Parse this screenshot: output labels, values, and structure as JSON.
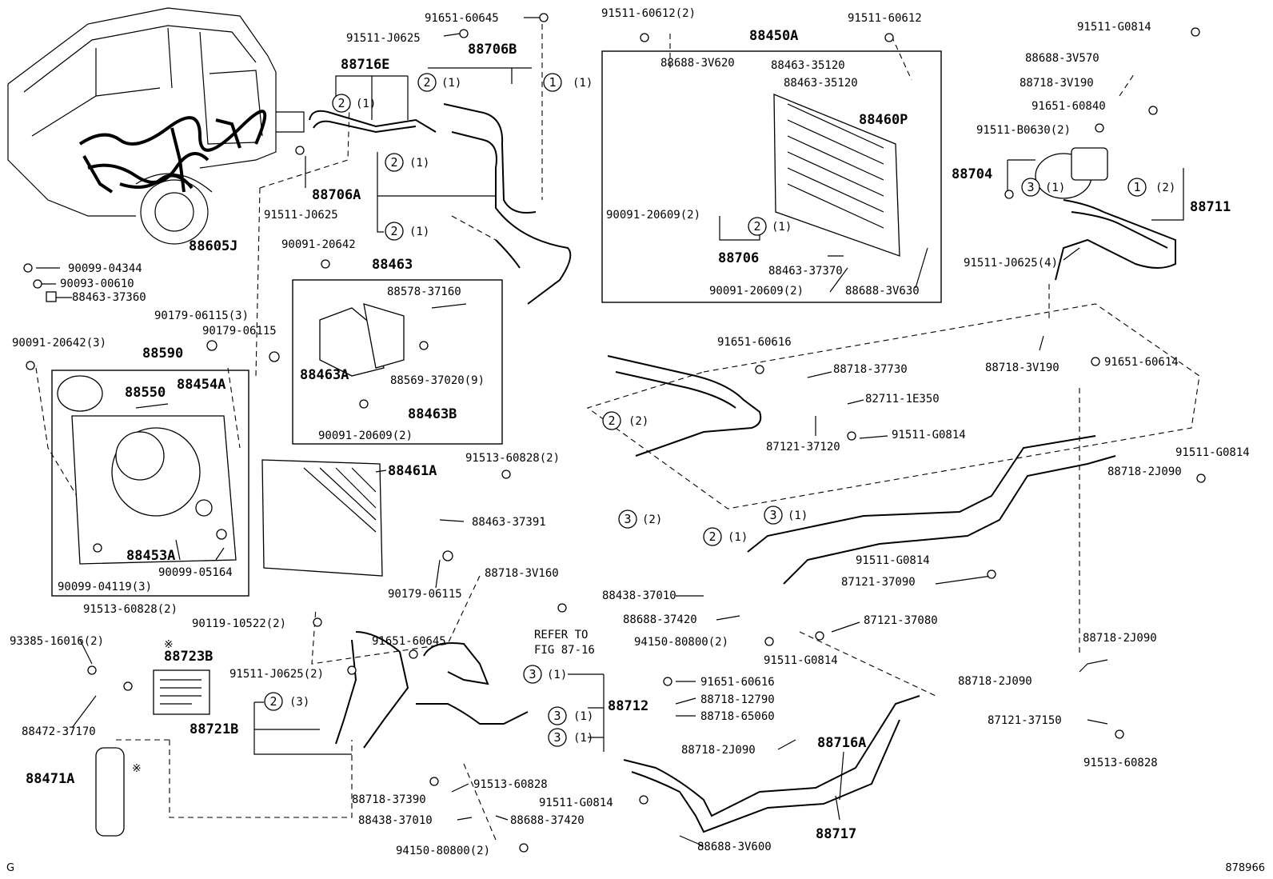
{
  "part_labels": {
    "p91651_60645_top": "91651-60645",
    "p91511_J0625_top": "91511-J0625",
    "p88716E": "88716E",
    "p88706B": "88706B",
    "p91511_60612_2": "91511-60612(2)",
    "p91511_60612": "91511-60612",
    "p88450A": "88450A",
    "p88688_3V620": "88688-3V620",
    "p88463_35120_a": "88463-35120",
    "p88463_35120_b": "88463-35120",
    "p88460P": "88460P",
    "p90091_20609_2_a": "90091-20609(2)",
    "p88706": "88706",
    "p88463_37370": "88463-37370",
    "p90091_20609_2_b": "90091-20609(2)",
    "p88688_3V630": "88688-3V630",
    "p91511_G0814_tr": "91511-G0814",
    "p88688_3V570": "88688-3V570",
    "p88718_3V190_a": "88718-3V190",
    "p91651_60840": "91651-60840",
    "p91511_B0630_2": "91511-B0630(2)",
    "p88704": "88704",
    "p88711": "88711",
    "p91511_J0625_4": "91511-J0625(4)",
    "p88718_3V190_b": "88718-3V190",
    "p91651_60614": "91651-60614",
    "p88706A": "88706A",
    "p91511_J0625_mid": "91511-J0625",
    "p88605J": "88605J",
    "p90099_04344": "90099-04344",
    "p90093_00610": "90093-00610",
    "p88463_37360": "88463-37360",
    "p90179_06115_3": "90179-06115(3)",
    "p90179_06115_a": "90179-06115",
    "p90091_20642_3": "90091-20642(3)",
    "p88590": "88590",
    "p88550": "88550",
    "p88454A": "88454A",
    "p88453A": "88453A",
    "p90099_05164": "90099-05164",
    "p90099_04119_3": "90099-04119(3)",
    "p90091_20642": "90091-20642",
    "p88463": "88463",
    "p88578_37160": "88578-37160",
    "p88463A": "88463A",
    "p88569_37020_9": "88569-37020(9)",
    "p88463B": "88463B",
    "p90091_20609_2_c": "90091-20609(2)",
    "p91513_60828_2_a": "91513-60828(2)",
    "p88461A": "88461A",
    "p88463_37391": "88463-37391",
    "p90179_06115_b": "90179-06115",
    "p90119_10522_2": "90119-10522(2)",
    "p91651_60616_a": "91651-60616",
    "p88718_37730": "88718-37730",
    "p82711_1E350": "82711-1E350",
    "p87121_37120": "87121-37120",
    "p91511_G0814_a": "91511-G0814",
    "p91511_G0814_b": "91511-G0814",
    "p88718_2J090_a": "88718-2J090",
    "p91511_G0814_c": "91511-G0814",
    "p87121_37090": "87121-37090",
    "p87121_37080": "87121-37080",
    "p88718_2J090_b": "88718-2J090",
    "p88718_2J090_c": "88718-2J090",
    "p87121_37150": "87121-37150",
    "p91513_60828": "91513-60828",
    "p88718_3V160": "88718-3V160",
    "p88438_37010_a": "88438-37010",
    "p88688_37420_a": "88688-37420",
    "p94150_80800_2_a": "94150-80800(2)",
    "p91511_G0814_d": "91511-G0814",
    "p91513_60828_2_b": "91513-60828(2)",
    "p93385_16016_2": "93385-16016(2)",
    "p88723B": "88723B",
    "p91651_60645_mid": "91651-60645",
    "p91511_J0625_2": "91511-J0625(2)",
    "p88712": "88712",
    "p88721B": "88721B",
    "p88472_37170": "88472-37170",
    "p88471A": "88471A",
    "p91651_60616_b": "91651-60616",
    "p88718_12790": "88718-12790",
    "p88718_65060": "88718-65060",
    "p88718_2J090_d": "88718-2J090",
    "p88716A": "88716A",
    "p91513_60828_c": "91513-60828",
    "p88718_37390": "88718-37390",
    "p91511_G0814_e": "91511-G0814",
    "p88438_37010_b": "88438-37010",
    "p88688_37420_b": "88688-37420",
    "p88717": "88717",
    "p94150_80800_2_b": "94150-80800(2)",
    "p88688_3V600": "88688-3V600"
  },
  "callouts": {
    "qty_1": "(1)",
    "qty_2": "(2)",
    "qty_3": "(3)",
    "num_1": "1",
    "num_2": "2",
    "num_3": "3"
  },
  "reference": {
    "line1": "REFER TO",
    "line2": "FIG 87-16"
  },
  "marks": {
    "note_mark": "※"
  },
  "footer": {
    "left_code": "G",
    "figure_id": "878966"
  }
}
